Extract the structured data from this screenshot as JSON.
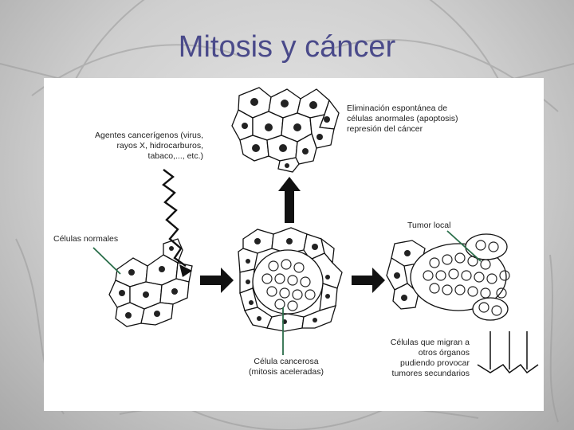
{
  "slide": {
    "title": "Mitosis y cáncer"
  },
  "diagram": {
    "labels": {
      "apoptosis": [
        "Eliminación espontánea de",
        "células anormales (apoptosis)",
        "represión del cáncer"
      ],
      "agents": [
        "Agentes cancerígenos (virus,",
        "rayos X, hidrocarburos,",
        "tabaco,..., etc.)"
      ],
      "normal_cells": [
        "Células normales"
      ],
      "local_tumor": [
        "Tumor local"
      ],
      "cancer_cell": [
        "Célula cancerosa",
        "(mitosis aceleradas)"
      ],
      "migrating": [
        "Células que migran a",
        "otros órganos",
        "pudiendo provocar",
        "tumores secundarios"
      ]
    },
    "colors": {
      "pointer_line": "#2a6e4a",
      "title": "#4a4a8a",
      "ink": "#111111"
    }
  }
}
